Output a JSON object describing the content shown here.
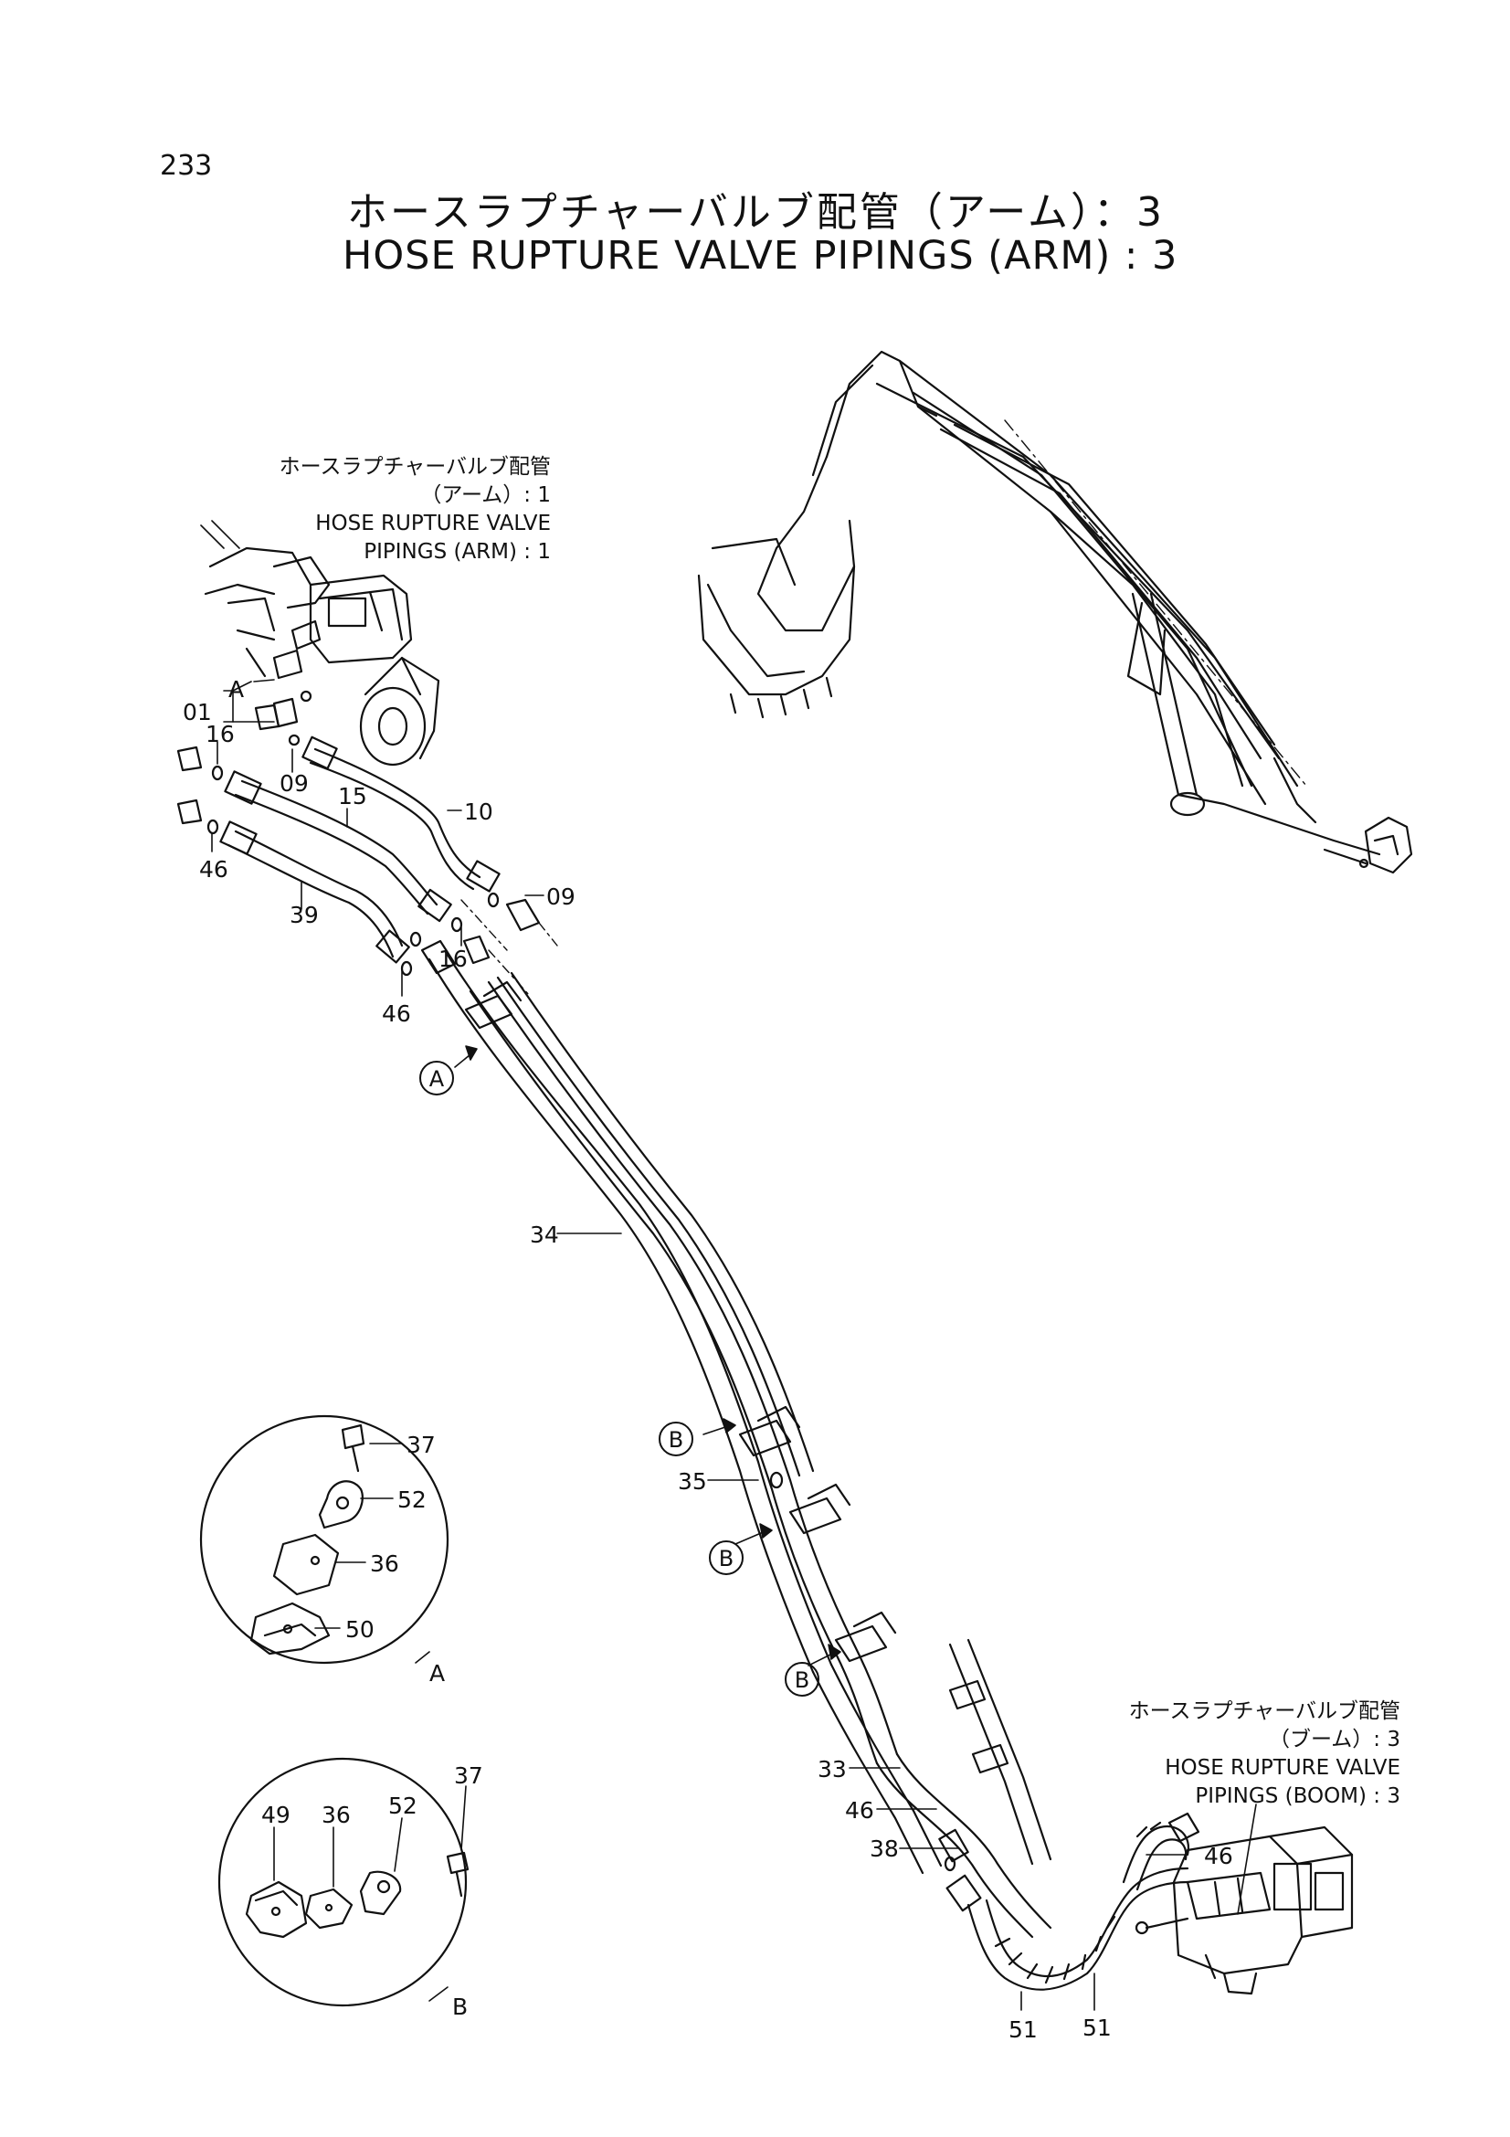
{
  "page_number": "233",
  "title": {
    "jp": "ホースラプチャーバルブ配管（アーム）：3",
    "en": "HOSE  RUPTURE  VALVE  PIPINGS (ARM) : 3"
  },
  "refs": {
    "arm1": {
      "jp": "ホースラプチャーバルブ配管",
      "jp_sub": "（アーム）: 1",
      "en1": "HOSE RUPTURE VALVE",
      "en2": "PIPINGS (ARM) : 1"
    },
    "boom3": {
      "jp": "ホースラプチャーバルブ配管",
      "jp_sub": "（ブーム）: 3",
      "en1": "HOSE RUPTURE VALVE",
      "en2": "PIPINGS (BOOM) : 3"
    }
  },
  "callouts": {
    "p01": "01",
    "pA_small": "A",
    "p16a": "16",
    "p09a": "09",
    "p15": "15",
    "p10": "10",
    "p46a": "46",
    "p39": "39",
    "p09b": "09",
    "p16b": "16",
    "p46b": "46",
    "p34": "34",
    "p35": "35",
    "p33": "33",
    "p46c": "46",
    "p38": "38",
    "p46d": "46",
    "p51a": "51",
    "p51b": "51"
  },
  "markers": {
    "A": "A",
    "B1": "B",
    "B2": "B",
    "B3": "B"
  },
  "detail_A": {
    "label": "A",
    "parts": {
      "p37": "37",
      "p52": "52",
      "p36": "36",
      "p50": "50"
    }
  },
  "detail_B": {
    "label": "B",
    "parts": {
      "p49": "49",
      "p36": "36",
      "p52": "52",
      "p37": "37"
    }
  }
}
